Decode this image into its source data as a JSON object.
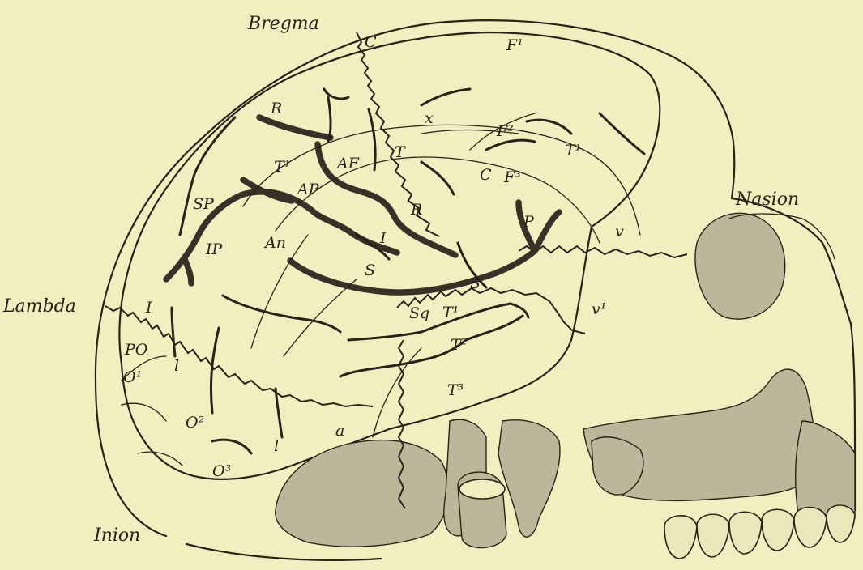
{
  "figure": {
    "landmarks": {
      "bregma": "Bregma",
      "nasion": "Nasion",
      "lambda": "Lambda",
      "inion": "Inion"
    },
    "labels": {
      "c_top": "C",
      "c_mid": "C",
      "x": "x",
      "f1": "F¹",
      "f2": "F²",
      "f3": "F³",
      "r_upper": "R",
      "r_lower": "R",
      "t1_frontal": "T¹",
      "t1_upper": "T¹",
      "t1_lower": "T¹",
      "t_mid": "T",
      "af": "AF",
      "ap": "AP",
      "sp": "SP",
      "ip": "IP",
      "an": "An",
      "i_insula": "I",
      "i_lambda": "I",
      "s_upper": "S",
      "s_lower": "S",
      "p": "P",
      "v": "v",
      "v1": "v¹",
      "sq": "Sq",
      "t2": "T²",
      "t3": "T³",
      "po": "PO",
      "o1": "O¹",
      "o2": "O²",
      "o3": "O³",
      "l_upper": "l",
      "l_lower": "l",
      "a": "a"
    }
  }
}
